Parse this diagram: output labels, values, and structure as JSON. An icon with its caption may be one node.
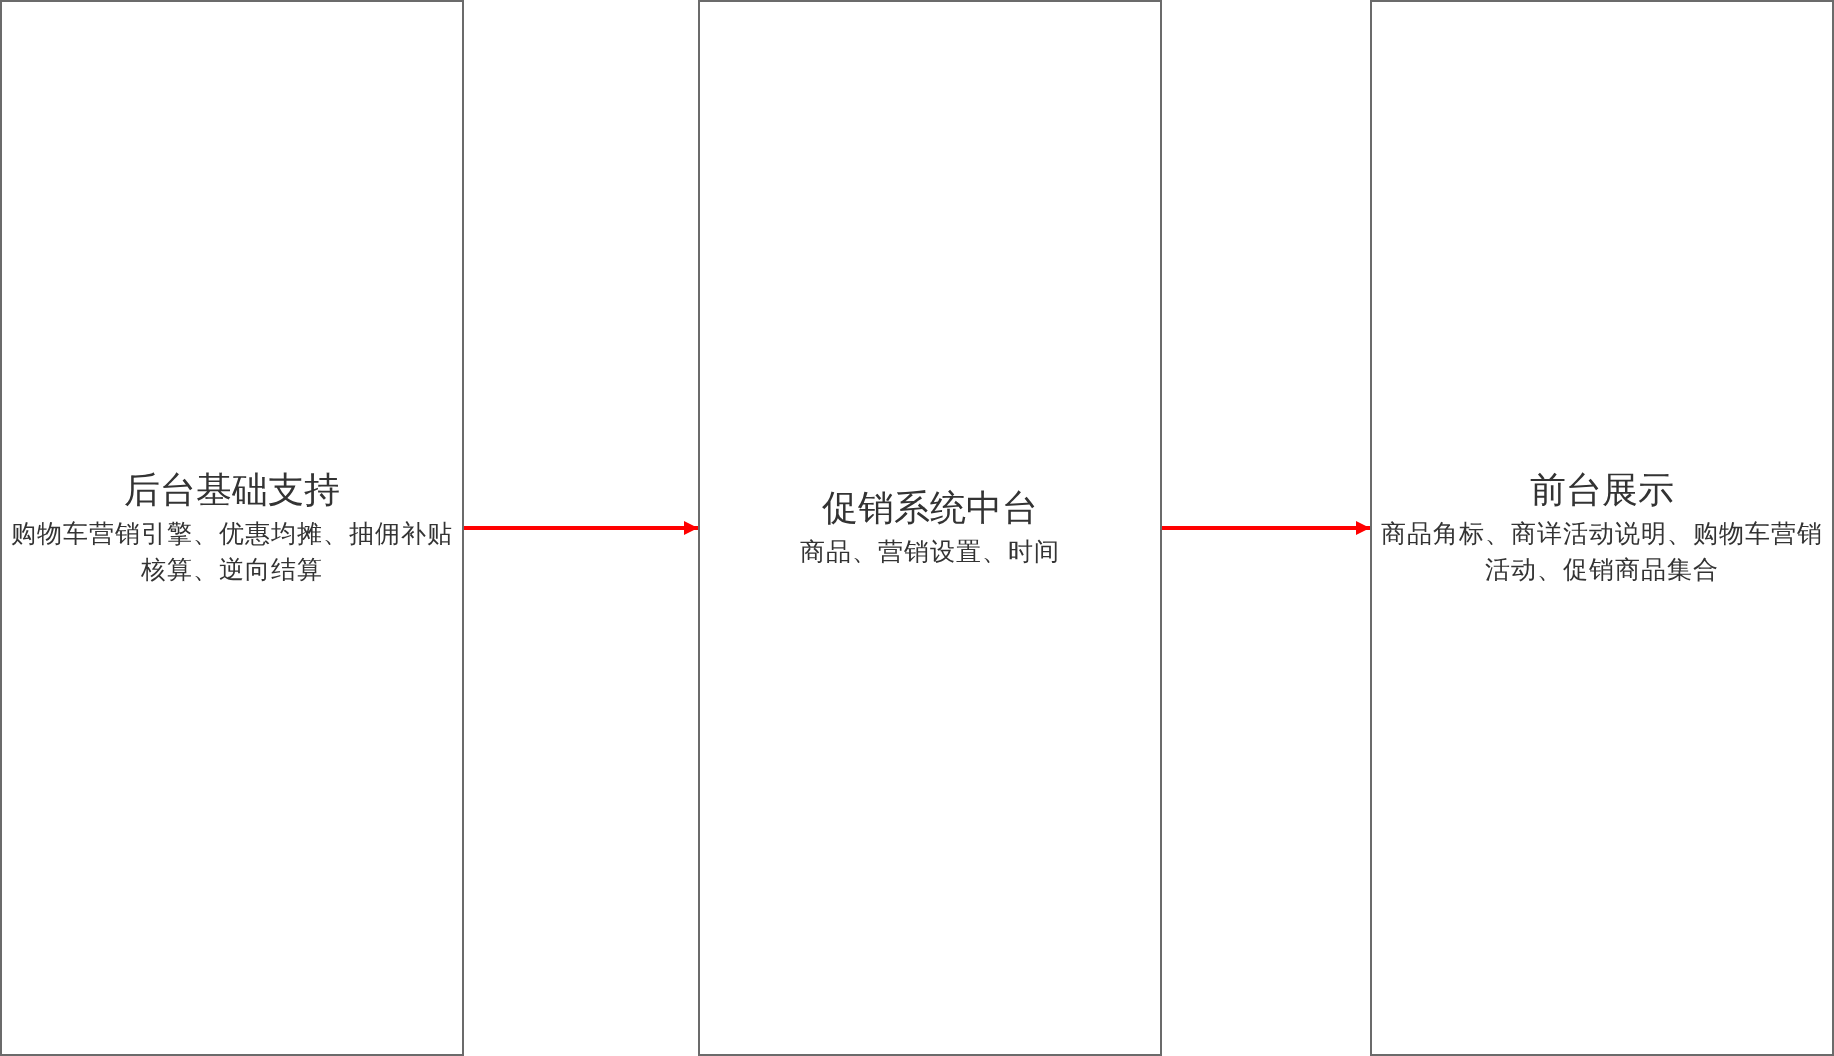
{
  "diagram": {
    "nodes": [
      {
        "text": [
          "后台基础支持",
          "购物车营销引擎、优惠均摊、抽佣补贴核算、逆向结算"
        ]
      },
      {
        "text": [
          "促销系统中台",
          "商品、营销设置、时间"
        ]
      },
      {
        "text": [
          "前台展示",
          "商品角标、商详活动说明、购物车营销活动、促销商品集合"
        ]
      }
    ],
    "edges": [
      {
        "from": 0,
        "to": 1,
        "arrow": "to",
        "color": "#ff0000"
      },
      {
        "from": 1,
        "to": 2,
        "arrow": "to",
        "color": "#ff0000"
      }
    ]
  }
}
